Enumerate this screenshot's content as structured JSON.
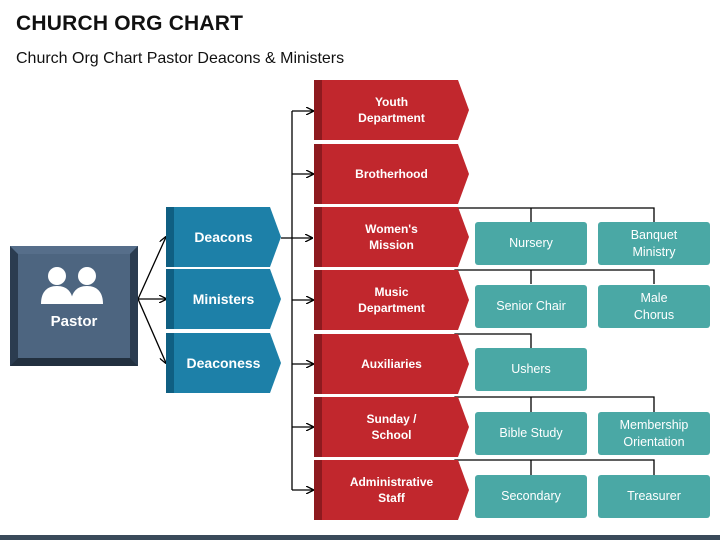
{
  "title": "CHURCH ORG CHART",
  "subtitle": "Church Org Chart Pastor Deacons & Ministers",
  "pastor": {
    "label": "Pastor",
    "icon": "people-icon"
  },
  "groups": [
    {
      "label": "Deacons"
    },
    {
      "label": "Ministers"
    },
    {
      "label": "Deaconess"
    }
  ],
  "departments": [
    {
      "label": "Youth\nDepartment"
    },
    {
      "label": "Brotherhood"
    },
    {
      "label": "Women's\nMission"
    },
    {
      "label": "Music\nDepartment"
    },
    {
      "label": "Auxiliaries"
    },
    {
      "label": "Sunday /\nSchool"
    },
    {
      "label": "Administrative\nStaff"
    }
  ],
  "ministries": {
    "womens_mission": [
      "Nursery",
      "Banquet\nMinistry"
    ],
    "music_department": [
      "Senior Chair",
      "Male\nChorus"
    ],
    "auxiliaries": [
      "Ushers"
    ],
    "sunday_school": [
      "Bible Study",
      "Membership\nOrientation"
    ],
    "administrative_staff": [
      "Secondary",
      "Treasurer"
    ]
  },
  "colors": {
    "pastor": "#3d5168",
    "group_blue": "#1d80a8",
    "group_blue_dark": "#0f5f82",
    "dept_red": "#c1272d",
    "dept_red_dark": "#8e1a1f",
    "teal": "#4aa8a5"
  }
}
